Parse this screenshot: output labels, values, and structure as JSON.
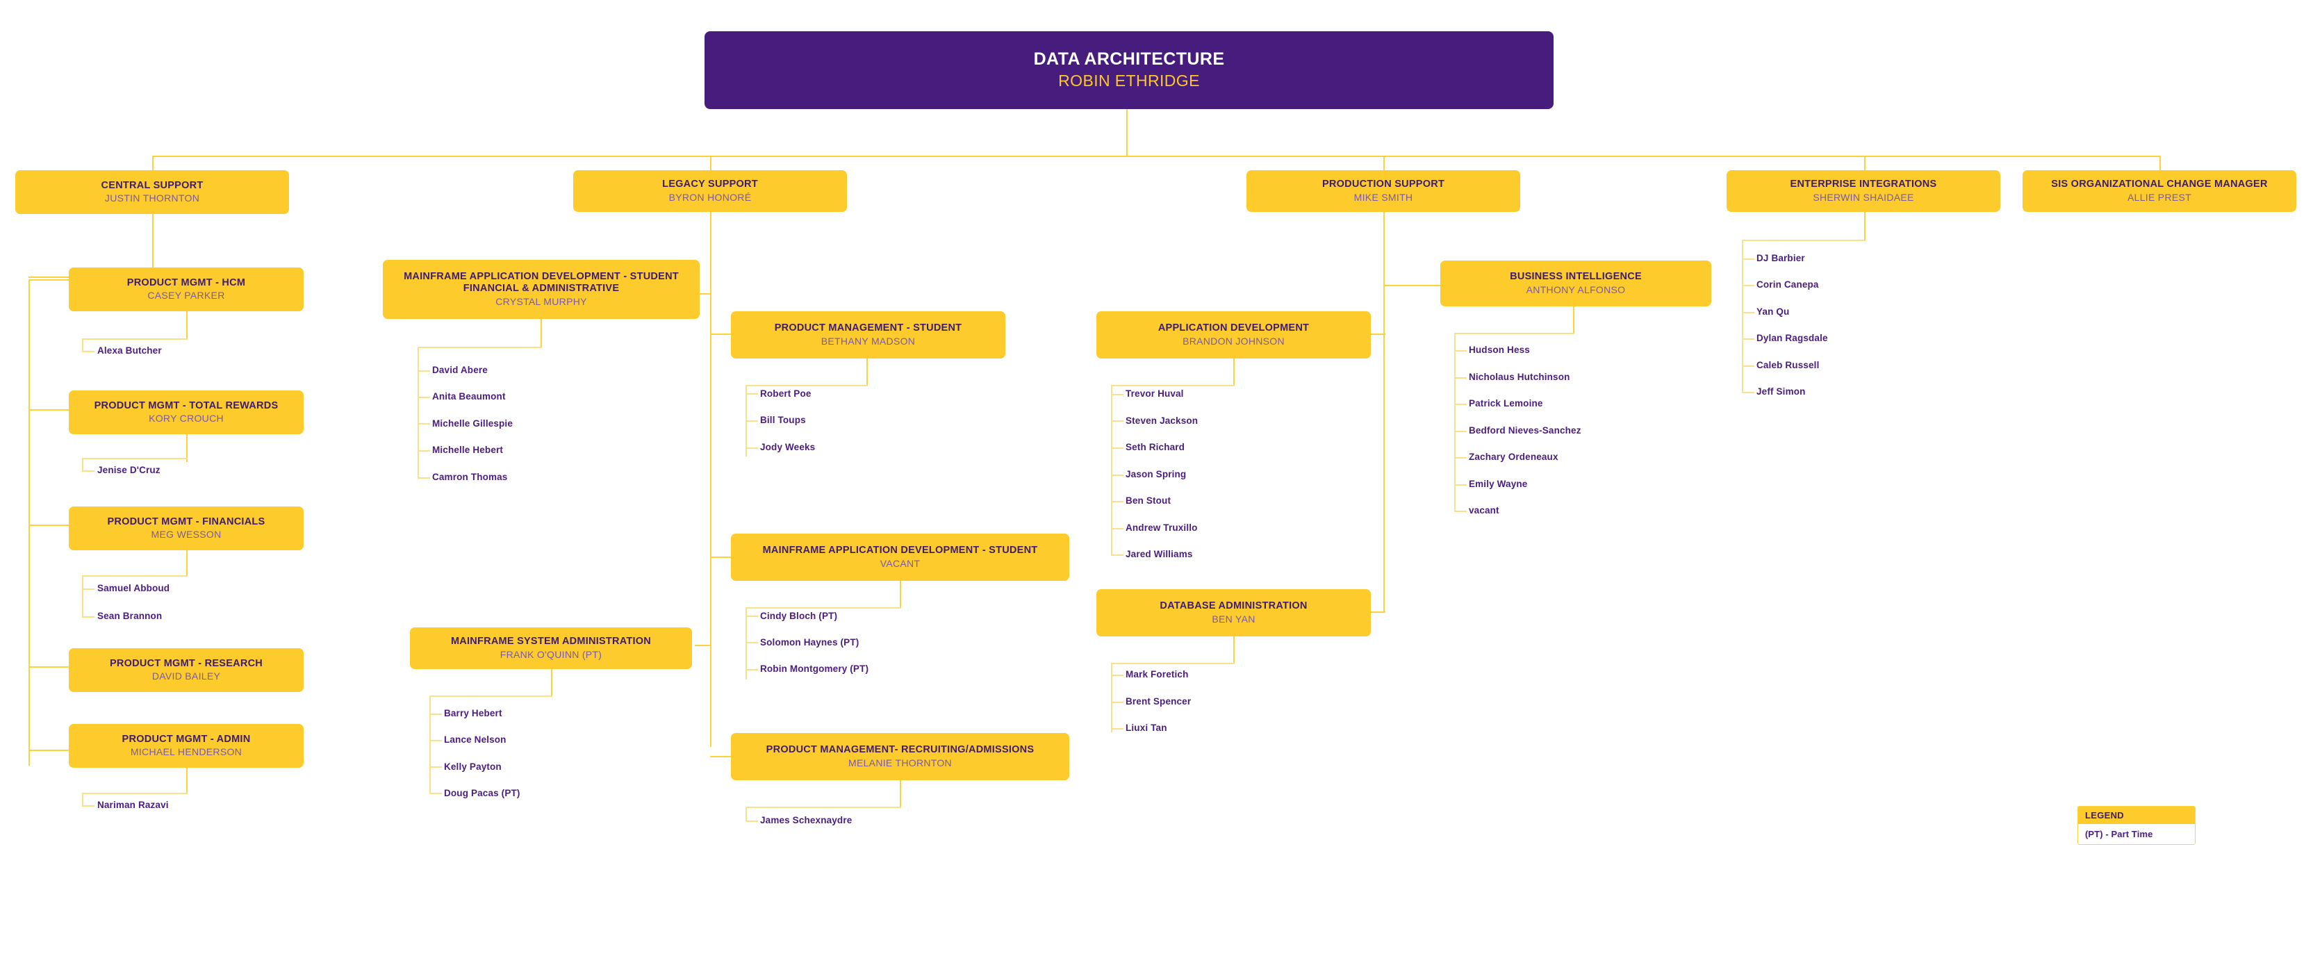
{
  "meta": {
    "colors": {
      "purple": "#461D7C",
      "gold": "#FDCB2B",
      "line": "#FDD23A",
      "subtitle_purple": "#7A5AA6",
      "leaf_purple": "#4A1D7E",
      "background": "#FFFFFF"
    }
  },
  "root": {
    "title": "DATA ARCHITECTURE",
    "name": "ROBIN ETHRIDGE"
  },
  "divisions": [
    {
      "id": "central-support",
      "title": "CENTRAL SUPPORT",
      "name": "JUSTIN THORNTON",
      "teams": [
        {
          "id": "pm-hcm",
          "title": "PRODUCT MGMT - HCM",
          "name": "CASEY PARKER",
          "members": [
            "Alexa Butcher"
          ]
        },
        {
          "id": "pm-total-rewards",
          "title": "PRODUCT MGMT - TOTAL REWARDS",
          "name": "KORY CROUCH",
          "members": [
            "Jenise D'Cruz"
          ]
        },
        {
          "id": "pm-financials",
          "title": "PRODUCT MGMT - FINANCIALS",
          "name": "MEG WESSON",
          "members": [
            "Samuel Abboud",
            "Sean Brannon"
          ]
        },
        {
          "id": "pm-research",
          "title": "PRODUCT MGMT - RESEARCH",
          "name": "DAVID BAILEY",
          "members": []
        },
        {
          "id": "pm-admin",
          "title": "PRODUCT MGMT - ADMIN",
          "name": "MICHAEL HENDERSON",
          "members": [
            "Nariman Razavi"
          ]
        }
      ]
    },
    {
      "id": "legacy-support",
      "title": "LEGACY SUPPORT",
      "name": "BYRON HONORÉ",
      "teams": [
        {
          "id": "mainframe-app-dev-sfa",
          "title": "MAINFRAME APPLICATION  DEVELOPMENT - STUDENT FINANCIAL & ADMINISTRATIVE",
          "name": "CRYSTAL MURPHY",
          "members": [
            "David Abere",
            "Anita Beaumont",
            "Michelle Gillespie",
            "Michelle Hebert",
            "Camron Thomas"
          ]
        },
        {
          "id": "mainframe-sys-admin",
          "title": "MAINFRAME SYSTEM ADMINISTRATION",
          "name": "FRANK O'QUINN (PT)",
          "members": [
            "Barry Hebert",
            "Lance Nelson",
            "Kelly Payton",
            "Doug Pacas (PT)"
          ]
        },
        {
          "id": "pm-student",
          "title": "PRODUCT MANAGEMENT - STUDENT",
          "name": "BETHANY MADSON",
          "members": [
            "Robert Poe",
            "Bill Toups",
            "Jody Weeks"
          ]
        },
        {
          "id": "mainframe-app-dev-student",
          "title": "MAINFRAME APPLICATION DEVELOPMENT - STUDENT",
          "name": "VACANT",
          "members": [
            "Cindy Bloch (PT)",
            "Solomon Haynes (PT)",
            "Robin Montgomery (PT)"
          ]
        },
        {
          "id": "pm-recruiting-admissions",
          "title": "PRODUCT MANAGEMENT- RECRUITING/ADMISSIONS",
          "name": "MELANIE THORNTON",
          "members": [
            "James Schexnaydre"
          ]
        }
      ]
    },
    {
      "id": "production-support",
      "title": "PRODUCTION SUPPORT",
      "name": "MIKE SMITH",
      "teams": [
        {
          "id": "application-development",
          "title": "APPLICATION DEVELOPMENT",
          "name": "BRANDON JOHNSON",
          "members": [
            "Trevor Huval",
            "Steven Jackson",
            "Seth Richard",
            "Jason Spring",
            "Ben Stout",
            "Andrew Truxillo",
            "Jared Williams"
          ]
        },
        {
          "id": "database-administration",
          "title": "DATABASE ADMINISTRATION",
          "name": "BEN YAN",
          "members": [
            "Mark Foretich",
            "Brent Spencer",
            "Liuxi Tan"
          ]
        },
        {
          "id": "business-intelligence",
          "title": "BUSINESS INTELLIGENCE",
          "name": "ANTHONY ALFONSO",
          "members": [
            "Hudson Hess",
            "Nicholaus Hutchinson",
            "Patrick Lemoine",
            "Bedford Nieves-Sanchez",
            "Zachary Ordeneaux",
            "Emily Wayne",
            "vacant"
          ]
        }
      ]
    },
    {
      "id": "enterprise-integrations",
      "title": "ENTERPRISE INTEGRATIONS",
      "name": "SHERWIN SHAIDAEE",
      "teams": [],
      "members": [
        "DJ Barbier",
        "Corin Canepa",
        "Yan Qu",
        "Dylan Ragsdale",
        "Caleb Russell",
        "Jeff Simon"
      ]
    },
    {
      "id": "sis-organizational-change-manager",
      "title": "SIS ORGANIZATIONAL CHANGE MANAGER",
      "name": "ALLIE PREST",
      "teams": [],
      "members": []
    }
  ],
  "legend": {
    "header": "LEGEND",
    "items": [
      "(PT) - Part Time"
    ]
  }
}
